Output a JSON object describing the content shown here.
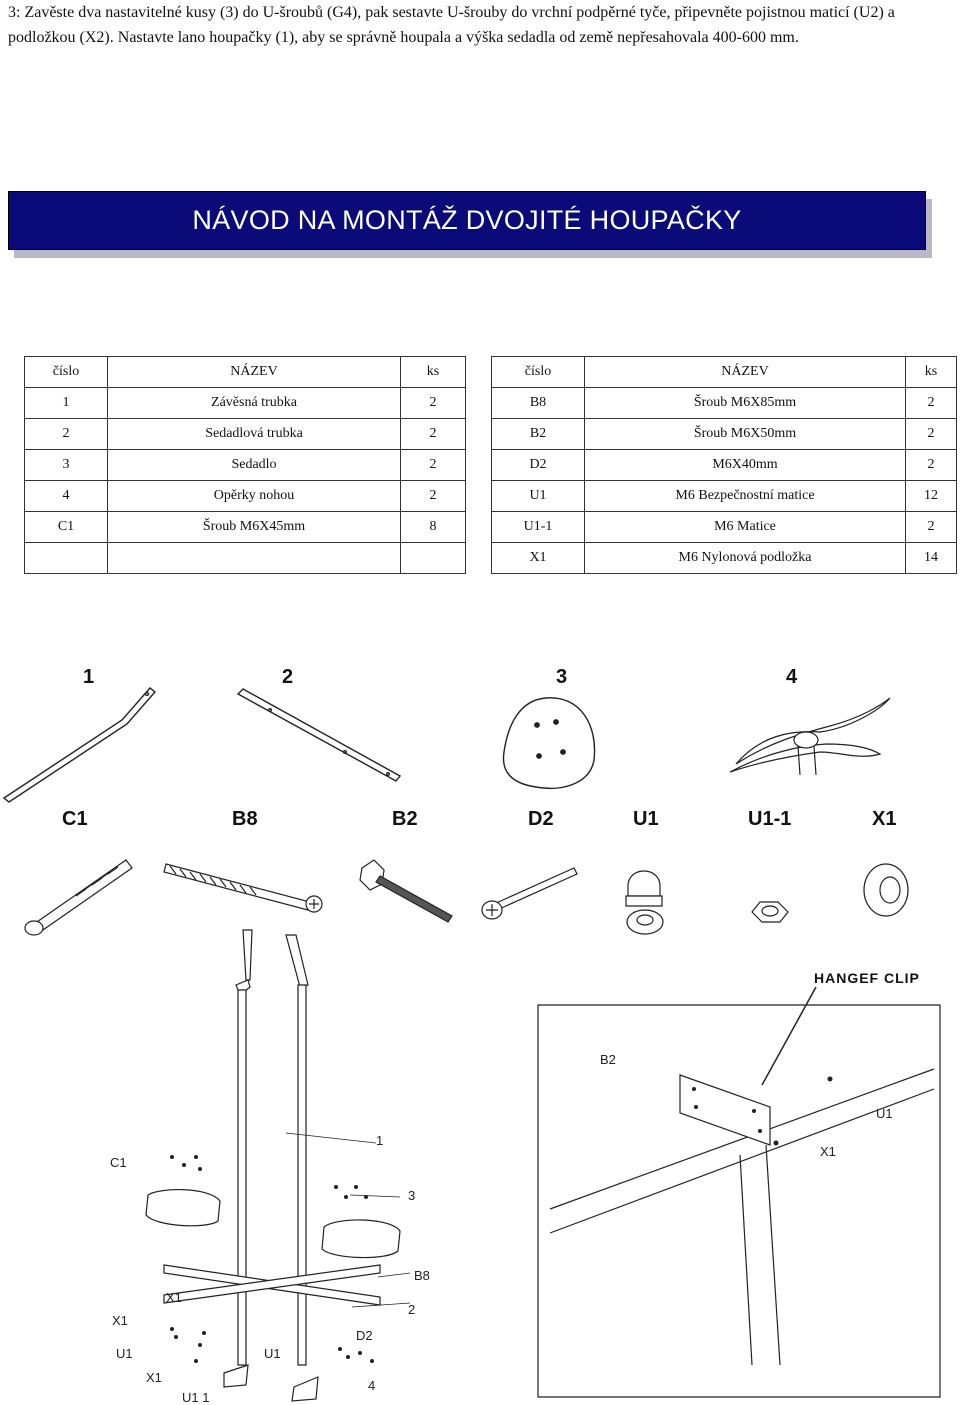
{
  "intro": {
    "text": "3: Zavěste dva nastavitelné kusy (3) do U-šroubů (G4), pak sestavte U-šrouby do vrchní podpěrné tyče, připevněte pojistnou maticí (U2) a podložkou (X2). Nastavte lano houpačky (1), aby se správně houpala a výška sedadla od země nepřesahovala 400-600 mm."
  },
  "banner": {
    "title": "NÁVOD NA MONTÁŽ DVOJITÉ HOUPAČKY",
    "color": "#0a0a78"
  },
  "table_left": {
    "headers": [
      "číslo",
      "NÁZEV",
      "ks"
    ],
    "rows": [
      [
        "1",
        "Závěsná trubka",
        "2"
      ],
      [
        "2",
        "Sedadlová trubka",
        "2"
      ],
      [
        "3",
        "Sedadlo",
        "2"
      ],
      [
        "4",
        "Opěrky nohou",
        "2"
      ],
      [
        "C1",
        "Šroub M6X45mm",
        "8"
      ],
      [
        "",
        "",
        ""
      ]
    ]
  },
  "table_right": {
    "headers": [
      "číslo",
      "NÁZEV",
      "ks"
    ],
    "rows": [
      [
        "B8",
        "Šroub M6X85mm",
        "2"
      ],
      [
        "B2",
        "Šroub M6X50mm",
        "2"
      ],
      [
        "D2",
        "M6X40mm",
        "2"
      ],
      [
        "U1",
        "M6 Bezpečnostní matice",
        "12"
      ],
      [
        "U1-1",
        "M6 Matice",
        "2"
      ],
      [
        "X1",
        "M6 Nylonová podložka",
        "14"
      ]
    ]
  },
  "parts_row1": [
    "1",
    "2",
    "3",
    "4"
  ],
  "parts_row2": [
    "C1",
    "B8",
    "B2",
    "D2",
    "U1",
    "U1-1",
    "X1"
  ],
  "assembly_labels": {
    "c1": "C1",
    "p1": "1",
    "p3": "3",
    "b8": "B8",
    "x1a": "X1",
    "p2": "2",
    "x1b": "X1",
    "d2": "D2",
    "u1a": "U1",
    "u1b": "U1",
    "x1c": "X1",
    "p4": "4",
    "u11": "U1 1"
  },
  "hanger": {
    "title": "HANGEF CLIP",
    "b2": "B2",
    "u1": "U1",
    "x1": "X1"
  }
}
